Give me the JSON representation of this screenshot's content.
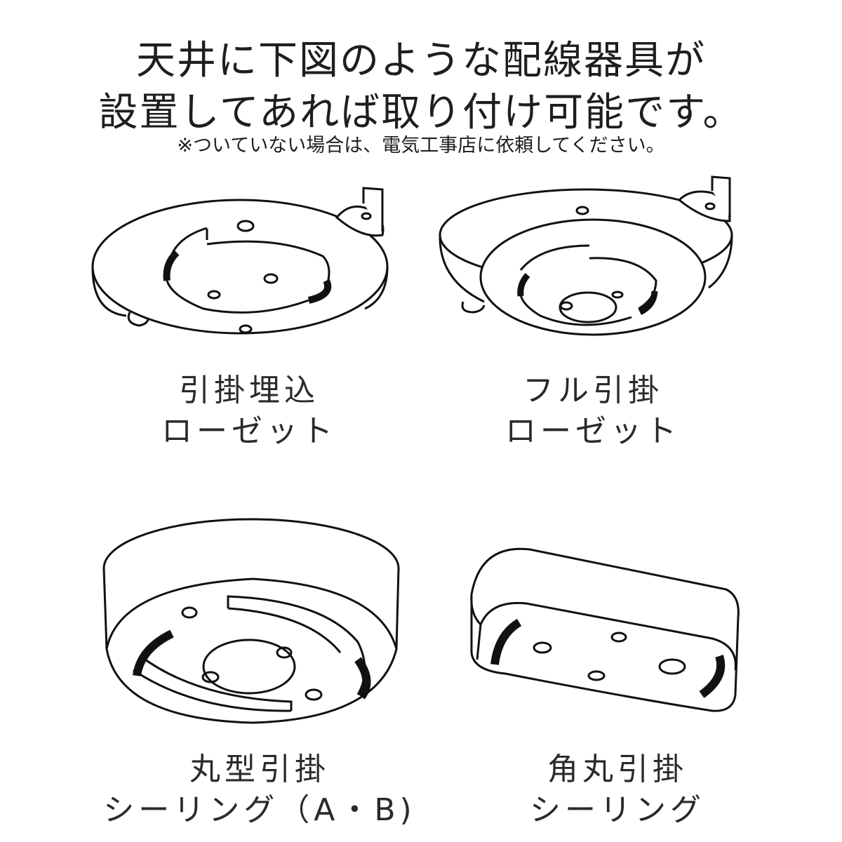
{
  "heading": {
    "line1": "天井に下図のような配線器具が",
    "line2": "設置してあれば取り付け可能です。",
    "note": "※ついていない場合は、電気工事店に依頼してください。"
  },
  "fixtures": [
    {
      "line1": "引掛埋込",
      "line2": "ローゼット"
    },
    {
      "line1": "フル引掛",
      "line2": "ローゼット"
    },
    {
      "line1": "丸型引掛",
      "line2": "シーリング（A・B)"
    },
    {
      "line1": "角丸引掛",
      "line2": "シーリング"
    }
  ]
}
